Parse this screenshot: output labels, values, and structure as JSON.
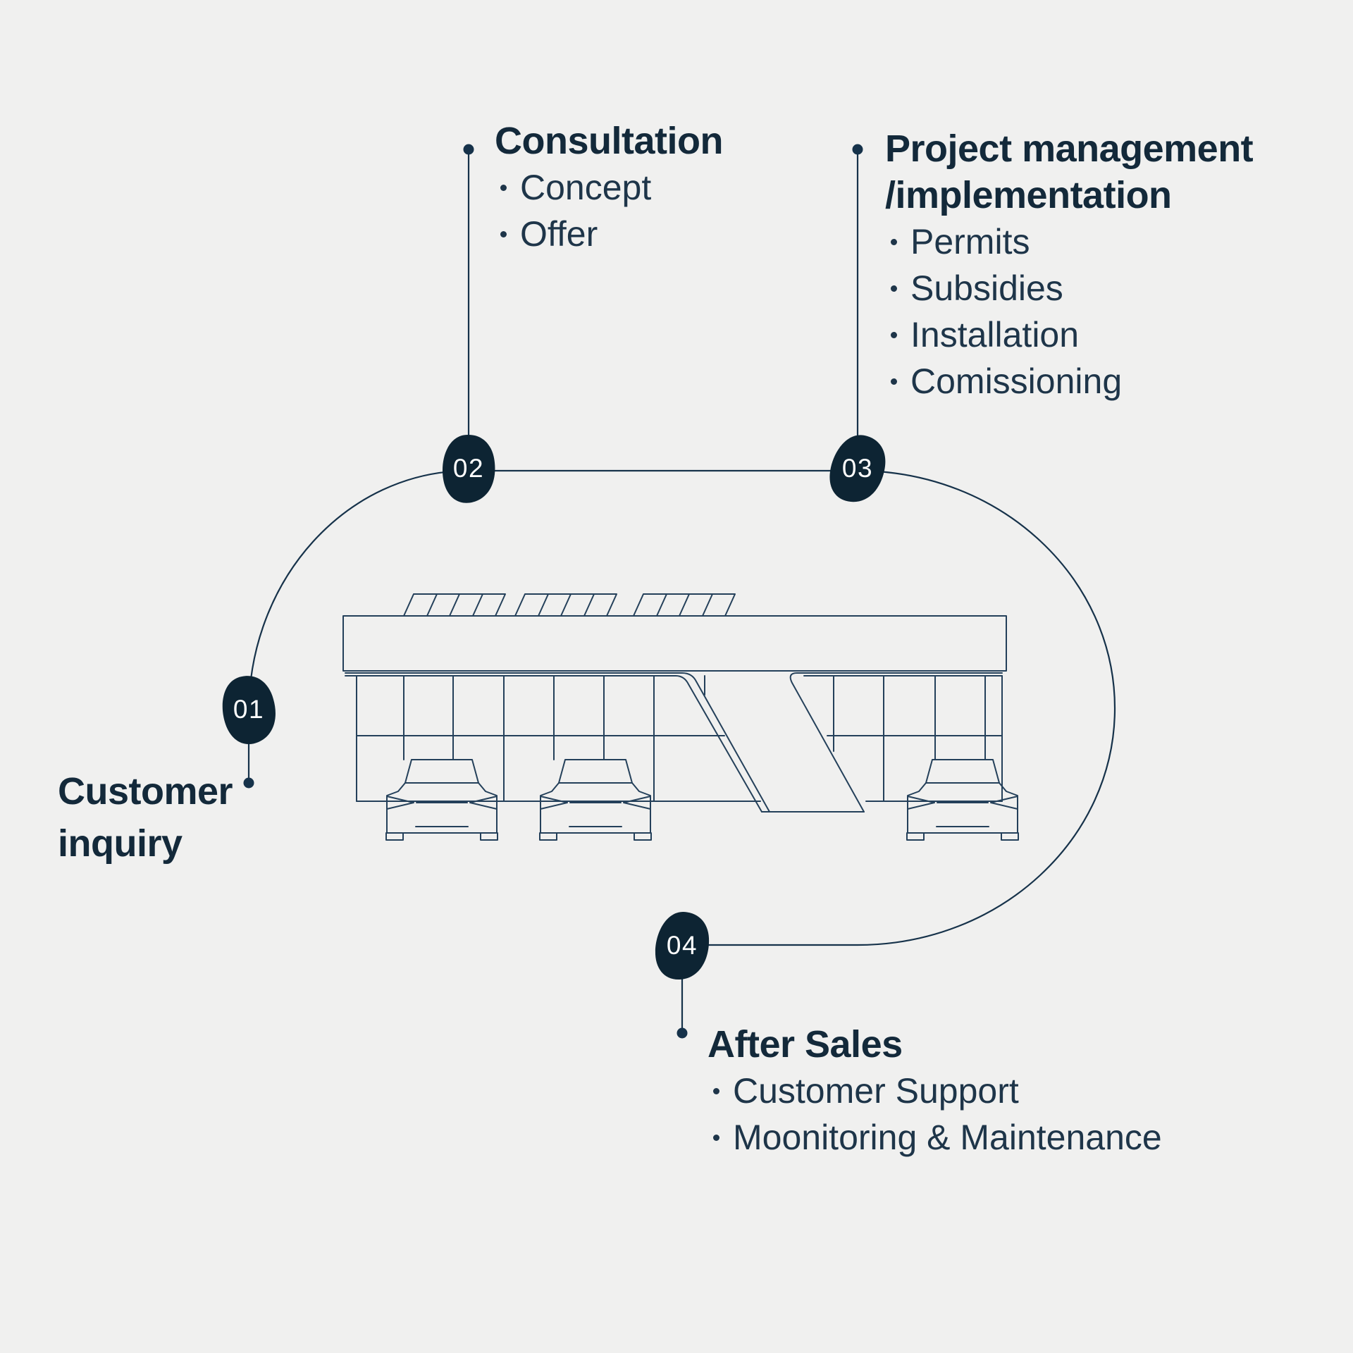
{
  "colors": {
    "background": "#f0f0ef",
    "ink": "#13293a",
    "bullet": "#1e3549",
    "blob": "#0d2433",
    "line": "#24405a",
    "loop": "#16324a",
    "number": "#ffffff"
  },
  "steps": [
    {
      "number": "01",
      "title_lines": [
        "Customer",
        "inquiry"
      ],
      "items": []
    },
    {
      "number": "02",
      "title_lines": [
        "Consultation"
      ],
      "items": [
        "Concept",
        "Offer"
      ]
    },
    {
      "number": "03",
      "title_lines": [
        "Project management",
        "/implementation"
      ],
      "items": [
        "Permits",
        "Subsidies",
        "Installation",
        "Comissioning"
      ]
    },
    {
      "number": "04",
      "title_lines": [
        "After Sales"
      ],
      "items": [
        "Customer Support",
        "Moonitoring & Maintenance"
      ]
    }
  ],
  "illustration": {
    "elements": [
      "solar-panels",
      "canopy-roof",
      "glass-facade",
      "diagonal-pillar",
      "electric-car",
      "journey-loop"
    ]
  }
}
